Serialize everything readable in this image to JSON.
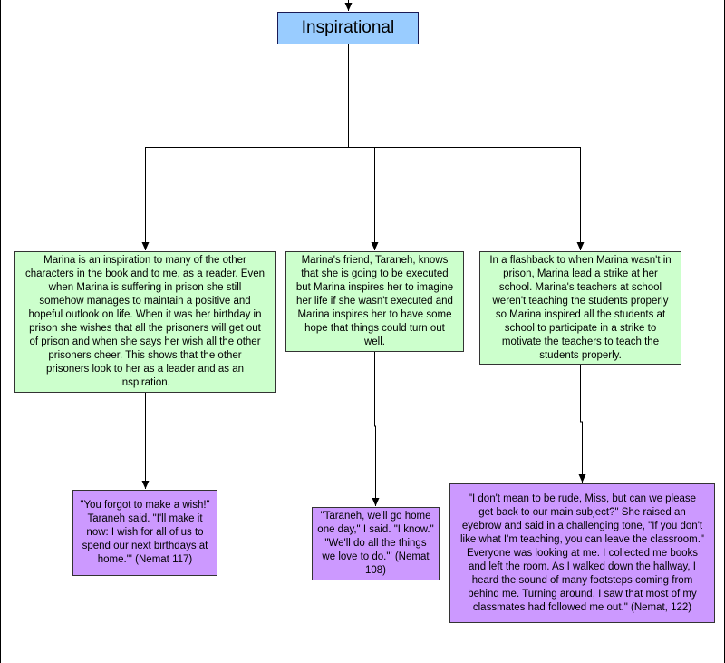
{
  "root": {
    "title": "Inspirational"
  },
  "branches": [
    {
      "text": "Marina is an inspiration to many of the other\ncharacters in the book and to me, as a reader. Even\nwhen Marina is suffering in prison she still\nsomehow manages to maintain a positive and\nhopeful outlook on life. When it was her birthday in\nprison she wishes that all the prisoners will get out\nof prison and when she says her wish all the other\nprisoners cheer. This shows that the other\nprisoners look to her as a leader and as an\ninspiration.",
      "quote": "\"You forgot to make a wish!\"\nTaraneh said. \"I'll make it\nnow: I wish for all of us to\nspend our next birthdays at\nhome.\"' (Nemat 117)"
    },
    {
      "text": "Marina's friend, Taraneh, knows\nthat she is going to be executed\nbut Marina inspires her to imagine\nher life if she wasn't executed and\nMarina inspires her to have some\nhope  that things could turn out\nwell.",
      "quote": "\"Taraneh, we'll go home\none day,\" I said. \"I know.\"\n\"We'll do all the things\nwe love to do.\"' (Nemat\n108)"
    },
    {
      "text": "In a flashback to when Marina wasn't in\nprison, Marina lead a strike at her\nschool. Marina's teachers at school\nweren't teaching the students properly\nso Marina inspired all the students at\nschool to participate in a strike to\nmotivate the teachers to teach the\nstudents properly.",
      "quote": "\"I don't mean to be rude, Miss, but can we please\nget back to our main subject?\" She raised an\neyebrow and said in a challenging tone, \"If you don't\nlike what I'm teaching, you can leave the classroom.\"\nEveryone was looking at me. I collected me books\nand left the room. As I walked down the hallway, I\nheard the sound of many footsteps coming from\nbehind me. Turning around, I saw that most of my\nclassmates had followed me out.\" (Nemat, 122)"
    }
  ],
  "colors": {
    "title_fill": "#99ccff",
    "text_fill": "#ccffcc",
    "quote_fill": "#cc99ff",
    "line": "#000000"
  }
}
